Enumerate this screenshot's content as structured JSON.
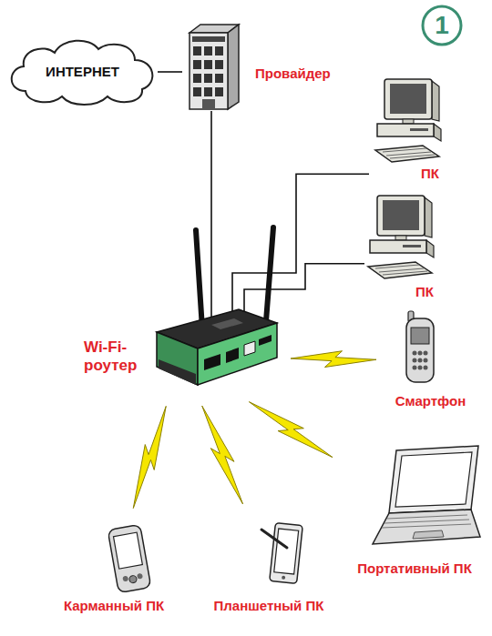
{
  "diagram": {
    "nodes": [
      {
        "text": [
          "ИНТЕРНЕТ"
        ]
      },
      {
        "text": [
          "Провайдер"
        ]
      },
      {
        "text": [
          "1"
        ]
      },
      {
        "text": [
          "ПК"
        ]
      },
      {
        "text": [
          "ПК"
        ]
      },
      {
        "text": [
          "Wi-Fi- роутер"
        ]
      },
      {
        "text": [
          "Смартфон"
        ]
      },
      {
        "text": [
          "Портативный ПК"
        ]
      },
      {
        "text": [
          "Карманный ПК"
        ]
      },
      {
        "text": [
          "Планшетный ПК"
        ]
      }
    ],
    "edges": [
      {
        "from": 0,
        "to": 1,
        "arrow": "none"
      },
      {
        "from": 1,
        "to": 5,
        "arrow": "none"
      },
      {
        "from": 5,
        "to": 3,
        "arrow": "none"
      },
      {
        "from": 5,
        "to": 4,
        "arrow": "none"
      },
      {
        "from": 5,
        "to": 6,
        "arrow": "none"
      },
      {
        "from": 5,
        "to": 7,
        "arrow": "none"
      },
      {
        "from": 5,
        "to": 9,
        "arrow": "none"
      },
      {
        "from": 5,
        "to": 8,
        "arrow": "none"
      }
    ]
  }
}
